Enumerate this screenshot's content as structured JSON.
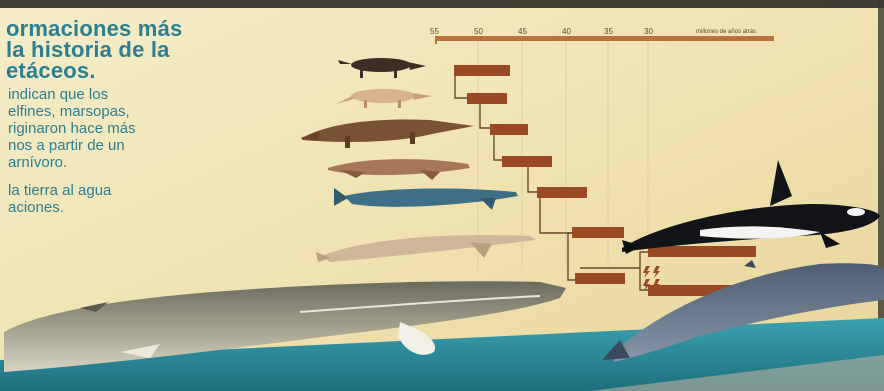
{
  "panel": {
    "title_lines": [
      "ormaciones más",
      "la historia de la",
      "etáceos."
    ],
    "body_lines": [
      "indican que los",
      "elfines, marsopas,",
      "riginaron hace más",
      "nos a partir de un",
      "arnívoro.",
      "",
      "la tierra al agua",
      "aciones."
    ]
  },
  "timeline": {
    "tick_labels": [
      "55",
      "50",
      "45",
      "40",
      "35",
      "30"
    ],
    "unit_label": "millones de años atrás"
  },
  "colors": {
    "background": "#f2e8c0",
    "title_text": "#2a7f92",
    "timeline_bar": "#b9743a",
    "label_box": "#9a4a22",
    "floor": "#2f8fa0"
  }
}
